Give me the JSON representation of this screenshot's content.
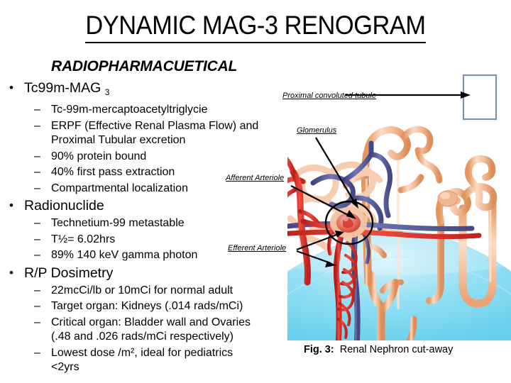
{
  "slide": {
    "title": "DYNAMIC MAG-3 RENOGRAM",
    "subheading": "RADIOPHARMACUETICAL"
  },
  "content": {
    "groups": [
      {
        "heading_main": "Tc99m-MAG",
        "heading_sub": "3",
        "items": [
          {
            "line1": "Tc-99m-mercaptoacetyltriglycie",
            "line2": ""
          },
          {
            "line1": "ERPF (Effective Renal Plasma Flow) and",
            "line2": "Proximal Tubular excretion"
          },
          {
            "line1": "90% protein bound",
            "line2": ""
          },
          {
            "line1": "40%  first pass extraction",
            "line2": ""
          },
          {
            "line1": "Compartmental localization",
            "line2": ""
          }
        ]
      },
      {
        "heading_main": "Radionuclide",
        "heading_sub": "",
        "items": [
          {
            "line1": "Technetium-99 metastable",
            "line2": ""
          },
          {
            "line1": "T½= 6.02hrs",
            "line2": ""
          },
          {
            "line1": "89% 140 keV gamma photon",
            "line2": ""
          }
        ]
      },
      {
        "heading_main": "R/P Dosimetry",
        "heading_sub": "",
        "items": [
          {
            "line1": "22mcCi/lb or 10mCi for normal adult",
            "line2": ""
          },
          {
            "line1": "Target organ:  Kidneys (.014 rads/mCi)",
            "line2": ""
          },
          {
            "line1": "Critical organ:  Bladder wall and Ovaries",
            "line2": "(.48 and .026 rads/mCi respectively)"
          },
          {
            "line1": "Lowest dose /m², ideal for pediatrics",
            "line2": "<2yrs"
          }
        ]
      }
    ]
  },
  "figure": {
    "caption_label": "Fig. 3:",
    "caption_text": "Renal Nephron cut-away",
    "annotations": {
      "proximal_convoluted_tubule": "Proximal convoluted tubule",
      "glomerulus": "Glomerulus",
      "afferent_arteriole": "Afferent  Arteriole",
      "efferent_arteriole": "Efferent Arteriole"
    },
    "colors": {
      "tubule": "#f2b793",
      "tubule_dark": "#e09468",
      "tubule_light": "#fbdcc6",
      "artery": "#e02b24",
      "artery_dark": "#b81d19",
      "vein": "#5a5e9e",
      "vein_dark": "#3f4480",
      "base": "#74d6f0",
      "base_light": "#bfeaf7",
      "highlight_box": "#7b93b0",
      "annotation": "#000000"
    }
  }
}
